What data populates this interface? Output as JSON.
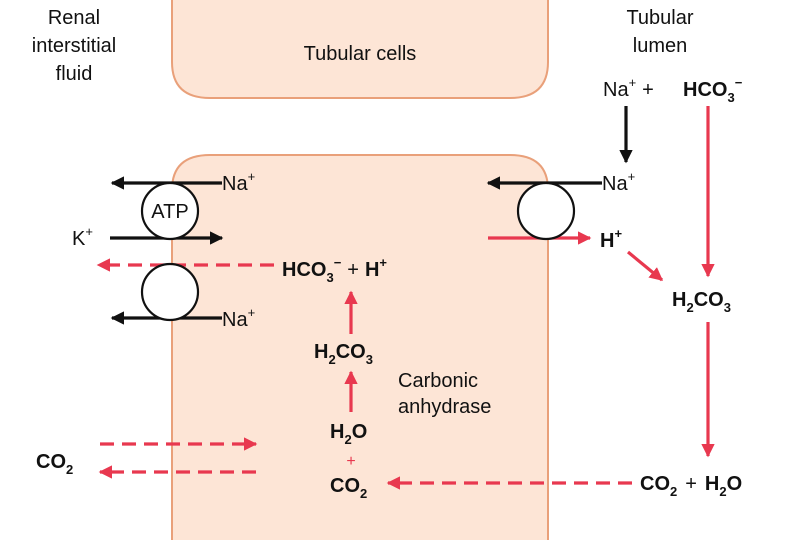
{
  "labels": {
    "interstitial": [
      "Renal",
      "interstitial",
      "fluid"
    ],
    "tubular_cells": "Tubular cells",
    "lumen": [
      "Tubular",
      "lumen"
    ],
    "atp": "ATP",
    "enzyme": [
      "Carbonic",
      "anhydrase"
    ]
  },
  "species": {
    "na": "Na",
    "k": "K",
    "h": "H",
    "hco3_base": "HCO",
    "h2co3_mid": "CO",
    "h2_base": "H",
    "co2_base": "CO",
    "plus_charge": "+",
    "minus_charge": "−",
    "plus": "+",
    "sub2": "2",
    "sub3": "3",
    "o": "O"
  },
  "colors": {
    "cell_fill": "#fde5d6",
    "cell_stroke": "#e9a07a",
    "arrow_red": "#e8384f",
    "arrow_black": "#111111"
  }
}
